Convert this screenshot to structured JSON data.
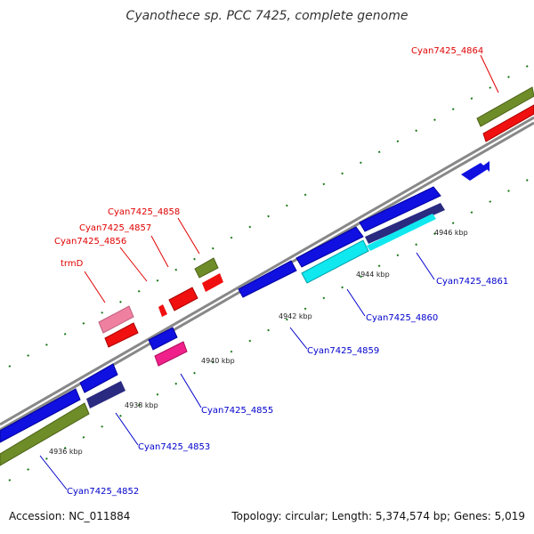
{
  "title": "Cyanothece sp. PCC 7425, complete genome",
  "footer": {
    "accession": "Accession: NC_011884",
    "summary": "Topology: circular; Length: 5,374,574 bp; Genes: 5,019"
  },
  "ticks": [
    "4936 kbp",
    "4938 kbp",
    "4940 kbp",
    "4942 kbp",
    "4944 kbp",
    "4946 kbp"
  ],
  "labels": {
    "Cyan7425_4864": "Cyan7425_4864",
    "Cyan7425_4858": "Cyan7425_4858",
    "Cyan7425_4857": "Cyan7425_4857",
    "Cyan7425_4856": "Cyan7425_4856",
    "trmD": "trmD",
    "Cyan7425_4861": "Cyan7425_4861",
    "Cyan7425_4860": "Cyan7425_4860",
    "Cyan7425_4859": "Cyan7425_4859",
    "Cyan7425_4855": "Cyan7425_4855",
    "Cyan7425_4853": "Cyan7425_4853",
    "Cyan7425_4852": "Cyan7425_4852"
  },
  "colors": {
    "cds_forward": "#1010e0",
    "cds_forward_dark": "#2a2a80",
    "cds_cyan": "#10e8f0",
    "cds_red": "#f01010",
    "cds_pink": "#f080a0",
    "cds_magenta": "#f0208a",
    "gene_olive": "#6e8c28",
    "label_red": "#e00000",
    "label_blue": "#0000cc",
    "backbone": "#888888"
  }
}
